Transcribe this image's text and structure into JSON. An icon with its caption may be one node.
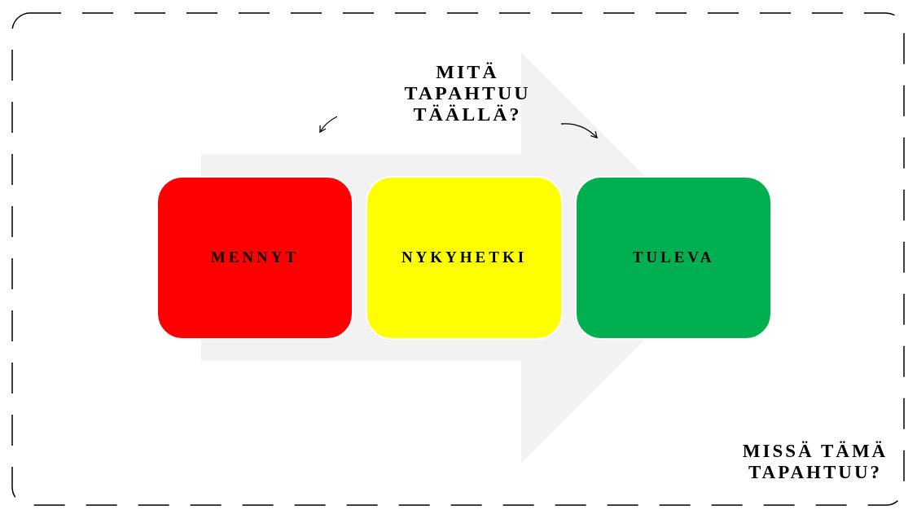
{
  "diagram": {
    "nodes": [
      {
        "text": [
          "MITÄ TAPAHTUU TÄÄLLÄ?"
        ]
      },
      {
        "text": [
          "MENNYT"
        ]
      },
      {
        "text": [
          "NYKYHETKI"
        ]
      },
      {
        "text": [
          "TULEVA"
        ]
      }
    ],
    "edges": [
      {
        "from": 1,
        "to": 3,
        "arrow": "to"
      }
    ],
    "labels": [
      "MISSÄ TÄMÄ TAPAHTUU?"
    ]
  }
}
